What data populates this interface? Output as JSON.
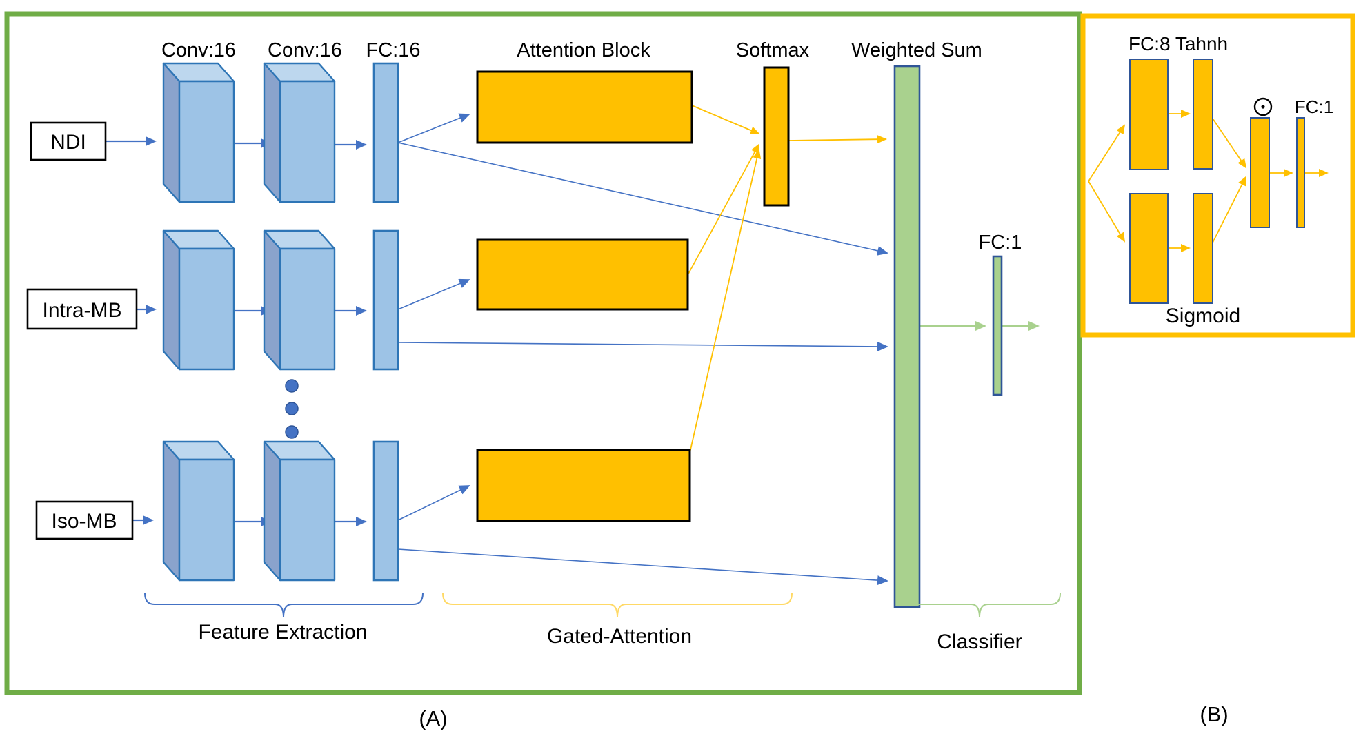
{
  "figure": {
    "panel_a": {
      "caption": "(A)",
      "layer_labels": {
        "conv1": "Conv:16",
        "conv2": "Conv:16",
        "fc16": "FC:16",
        "attention_block": "Attention Block",
        "softmax": "Softmax",
        "weighted_sum": "Weighted Sum",
        "fc1": "FC:1"
      },
      "inputs": [
        {
          "label": "NDI"
        },
        {
          "label": "Intra-MB"
        },
        {
          "label": "Iso-MB"
        }
      ],
      "sections": {
        "feature_extraction": "Feature Extraction",
        "gated_attention": "Gated-Attention",
        "classifier": "Classifier"
      }
    },
    "panel_b": {
      "caption": "(B)",
      "labels": {
        "fc8_tanh": "FC:8 Tahnh",
        "elementwise_product_icon": "circled-dot-product",
        "fc1": "FC:1",
        "sigmoid": "Sigmoid"
      }
    },
    "colors": {
      "frame-green": "#70AD47",
      "orange": "#FFC000",
      "blue-front": "#9DC3E6",
      "blue-top": "#BDD7EE",
      "blue-side": "#8AA3CC",
      "blue-border": "#2E75B6",
      "blue-line": "#4472C4",
      "navy": "#2F5597",
      "green-fill": "#A9D18E",
      "green-line": "#A9D18E",
      "brace-yellow": "#FFD966"
    }
  }
}
